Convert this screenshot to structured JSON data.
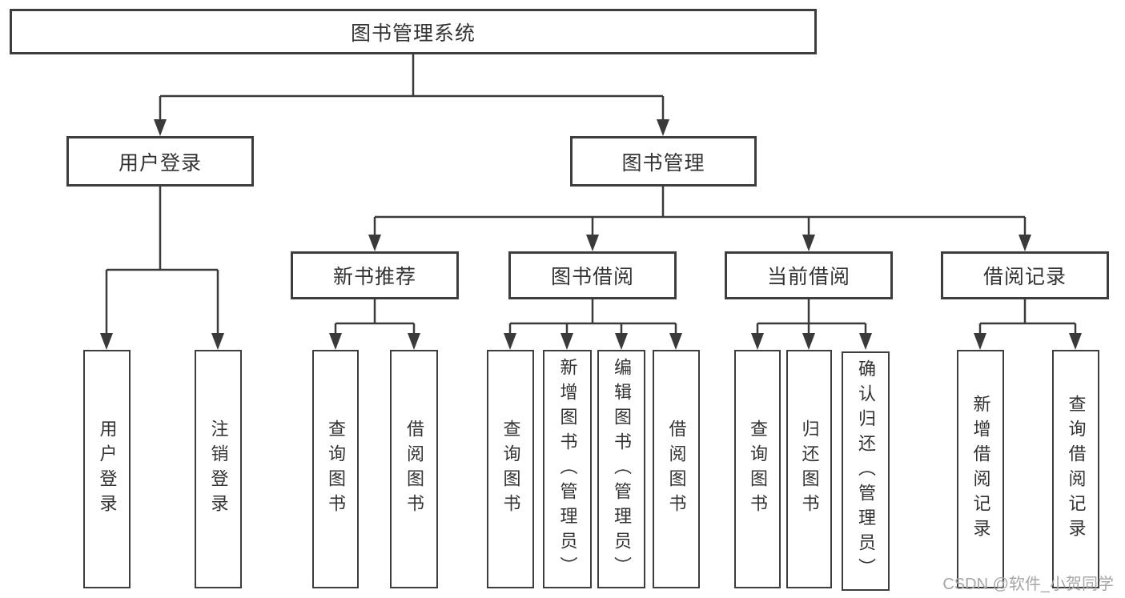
{
  "tree": {
    "root": "图书管理系统",
    "level2": [
      "用户登录",
      "图书管理"
    ],
    "level3": [
      "新书推荐",
      "图书借阅",
      "当前借阅",
      "借阅记录"
    ],
    "leaves": {
      "user": [
        "用户登录",
        "注销登录"
      ],
      "recommend": [
        "查询图书",
        "借阅图书"
      ],
      "borrow": [
        "查询图书",
        "新增图书（管理员）",
        "编辑图书（管理员）",
        "借阅图书"
      ],
      "current": [
        "查询图书",
        "归还图书",
        "确认归还（管理员）"
      ],
      "record": [
        "新增借阅记录",
        "查询借阅记录"
      ]
    }
  },
  "watermark": "CSDN @软件_小贺同学",
  "colors": {
    "line": "#3a3a3a",
    "box_border": "#3d3d3d",
    "text": "#333333",
    "watermark": "#a6a6a6",
    "background": "#ffffff"
  }
}
